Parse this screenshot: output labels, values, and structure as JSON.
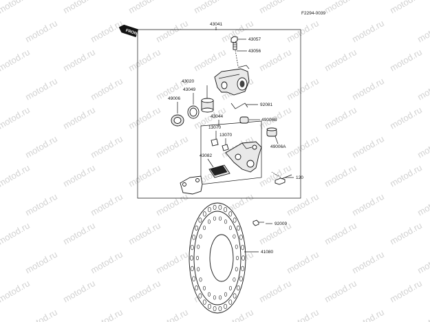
{
  "drawing_code": "F2294-0039",
  "watermark": "motod.ru",
  "front_label": "FRONT",
  "parts": {
    "p43041": "43041",
    "p43057": "43057",
    "p43056": "43056",
    "p43020": "43020",
    "p43049": "43049",
    "p49006": "49006",
    "p92081": "92081",
    "p43044": "43044",
    "p49006B": "49006B",
    "p13070a": "13070",
    "p13070b": "13070",
    "p49006A": "49006A",
    "p43082": "43082",
    "p120": "120",
    "p92009": "92009",
    "p41080": "41080"
  }
}
